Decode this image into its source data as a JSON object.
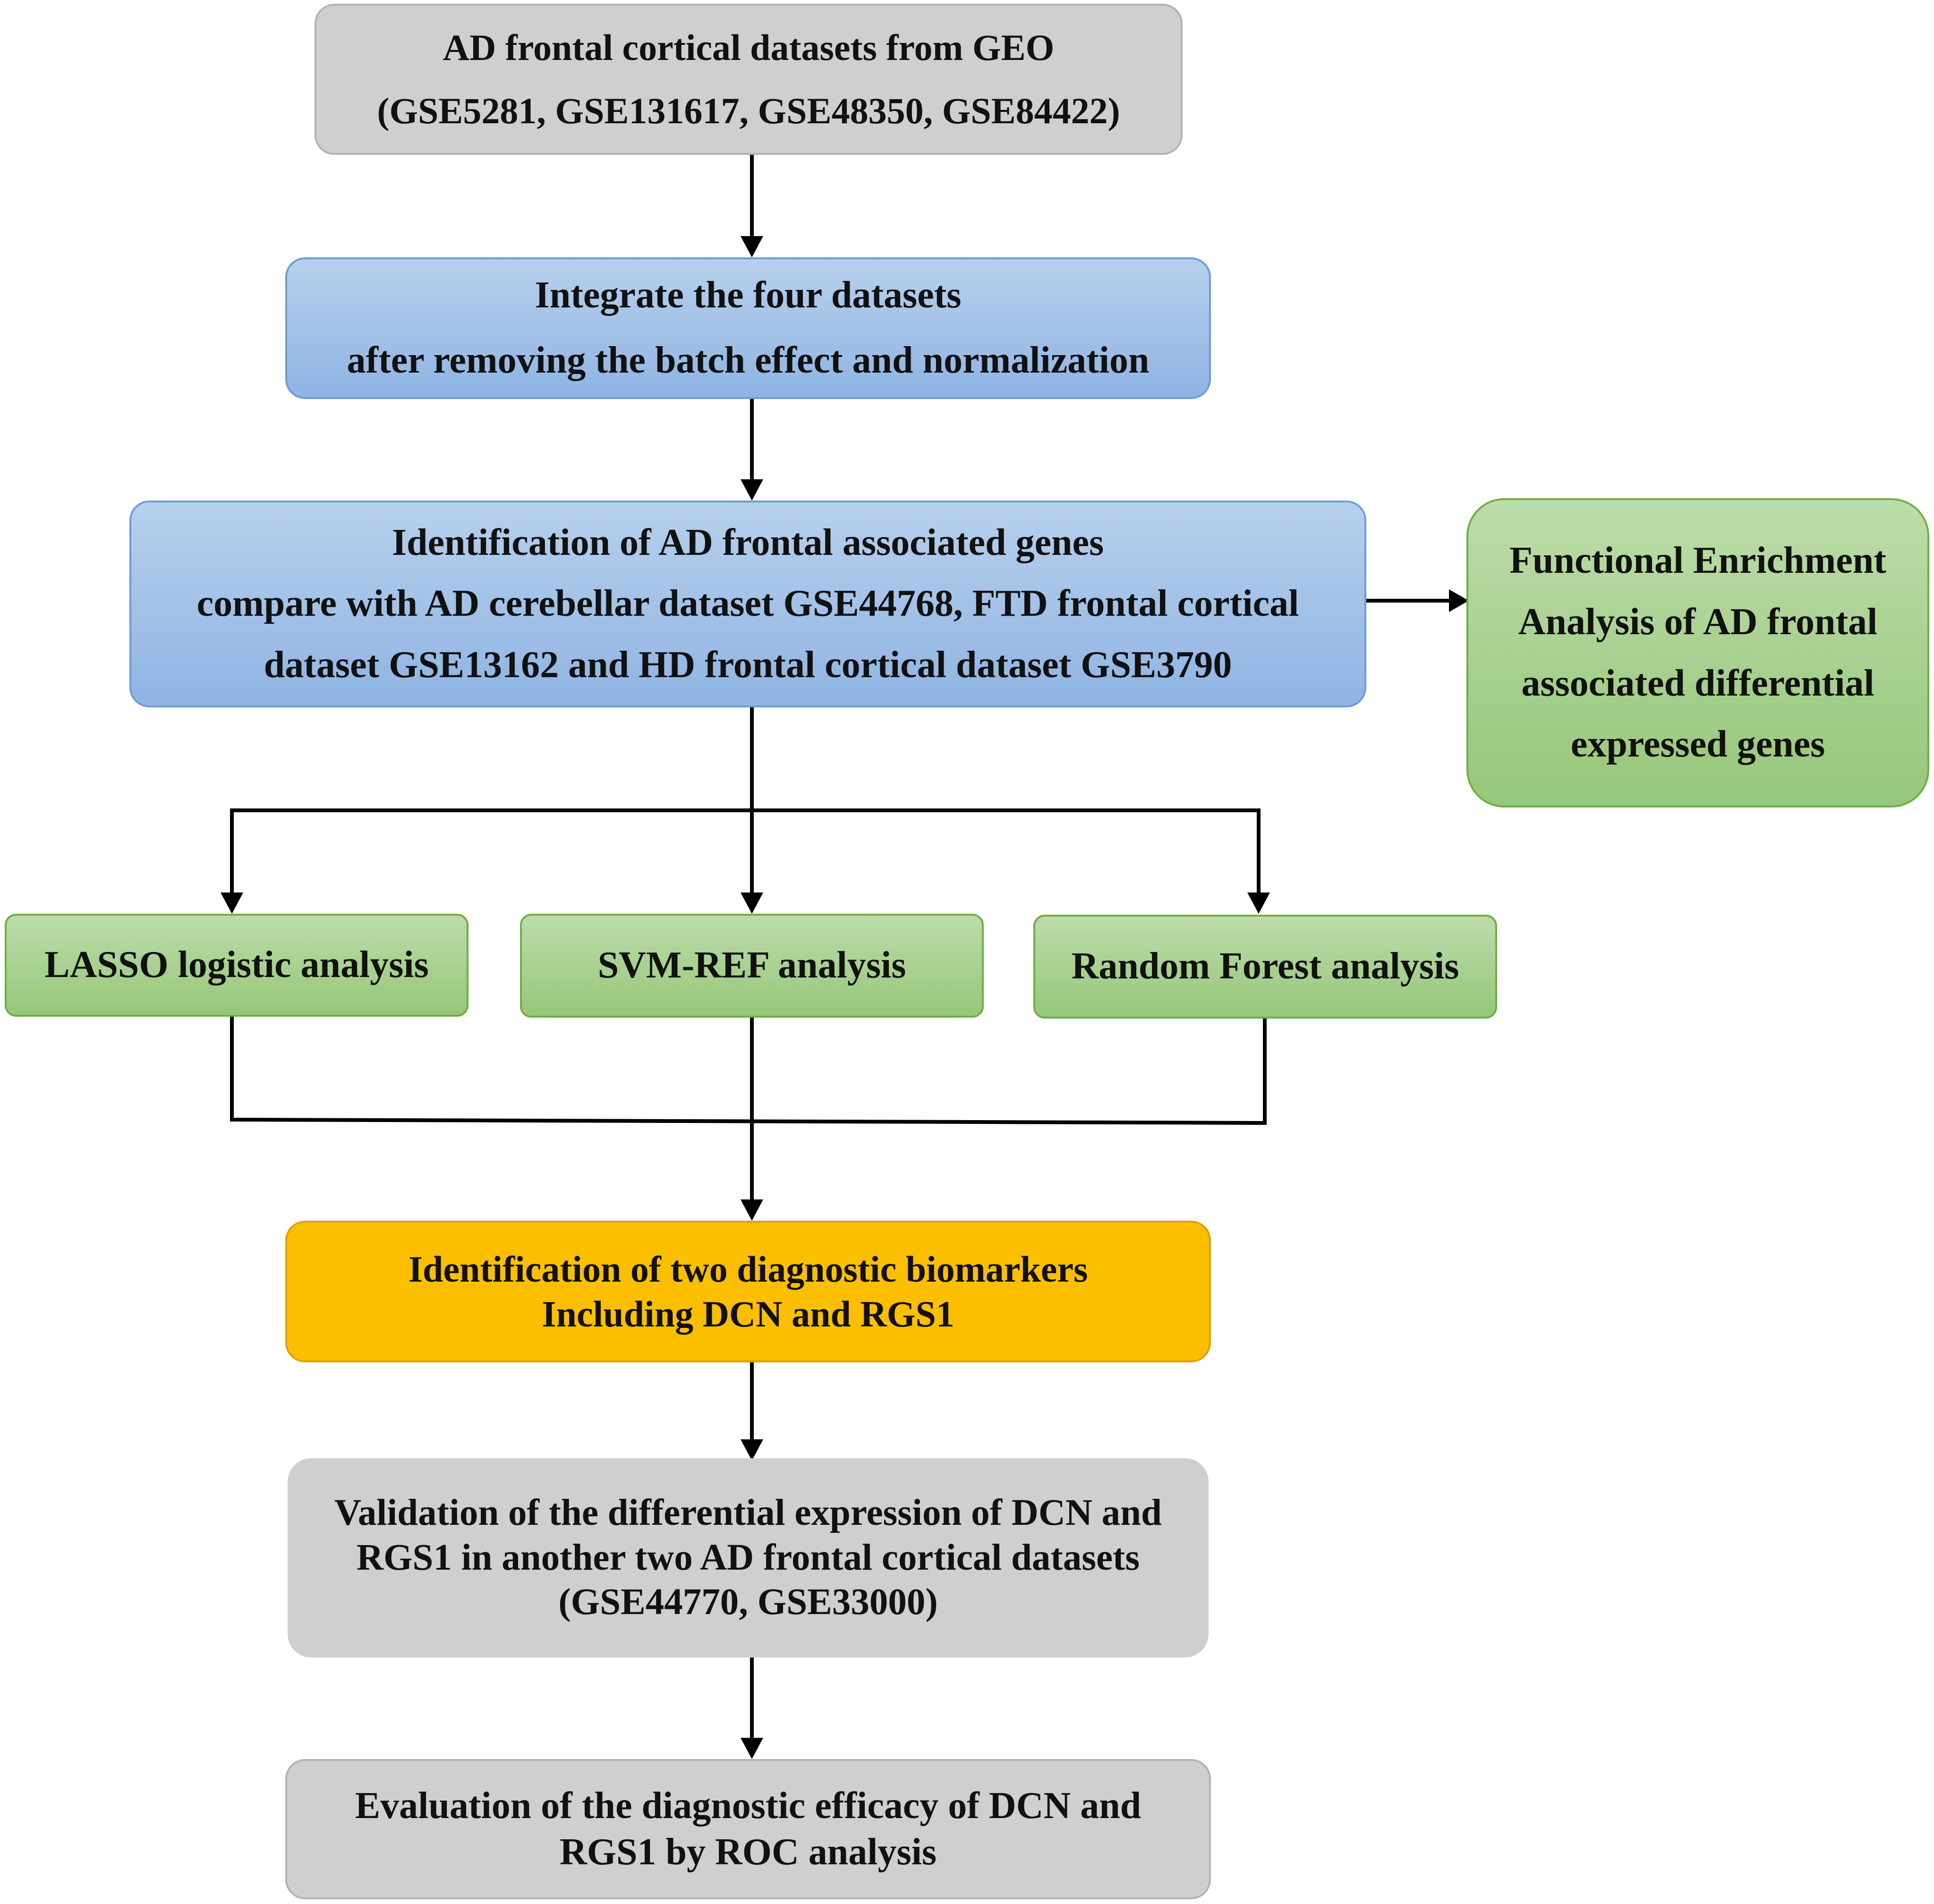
{
  "boxes": {
    "geo_datasets": {
      "lines": [
        "AD frontal cortical datasets from GEO",
        "(GSE5281, GSE131617, GSE48350, GSE84422)"
      ],
      "color": "#d0cfcf"
    },
    "integrate": {
      "lines": [
        "Integrate the four datasets",
        "after removing the batch effect and normalization"
      ],
      "color": "#a3c1e8"
    },
    "identification_genes": {
      "lines": [
        "Identification of AD frontal associated genes",
        "compare with AD cerebellar dataset GSE44768, FTD frontal cortical",
        "dataset GSE13162 and HD frontal cortical dataset GSE3790"
      ],
      "color": "#a3c1e8"
    },
    "functional_enrichment": {
      "lines": [
        "Functional Enrichment",
        "Analysis of AD frontal",
        "associated differential",
        "expressed genes"
      ],
      "color": "#a9d18e"
    },
    "lasso": {
      "lines": [
        "LASSO logistic analysis"
      ],
      "color": "#a9d18e"
    },
    "svm": {
      "lines": [
        "SVM-REF analysis"
      ],
      "color": "#a9d18e"
    },
    "random_forest": {
      "lines": [
        "Random Forest analysis"
      ],
      "color": "#a9d18e"
    },
    "biomarkers": {
      "lines": [
        "Identification of two diagnostic biomarkers",
        "Including DCN and RGS1"
      ],
      "color": "#fbbf00"
    },
    "validation": {
      "lines": [
        "Validation of the differential expression of DCN and",
        "RGS1 in another two AD frontal cortical datasets",
        "(GSE44770, GSE33000)"
      ],
      "color": "#d0cfcf"
    },
    "evaluation": {
      "lines": [
        "Evaluation of the diagnostic efficacy of DCN and",
        "RGS1 by ROC analysis"
      ],
      "color": "#d0cfcf"
    }
  }
}
